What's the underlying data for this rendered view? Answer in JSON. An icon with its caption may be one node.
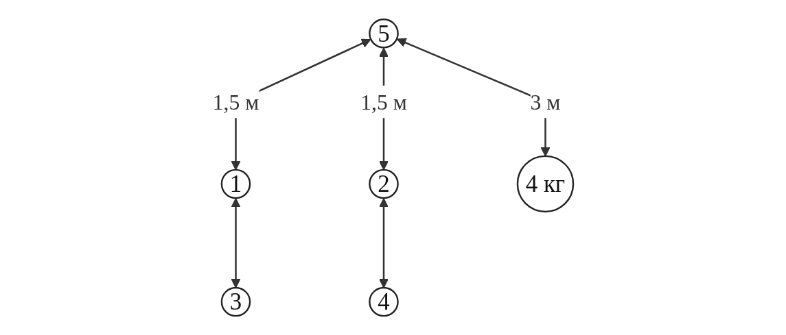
{
  "diagram": {
    "nodes": [
      {
        "text": [
          "5"
        ]
      },
      {
        "text": [
          "1"
        ]
      },
      {
        "text": [
          "2"
        ]
      },
      {
        "text": [
          "3"
        ]
      },
      {
        "text": [
          "4 кг"
        ]
      },
      {
        "text": [
          "4"
        ]
      }
    ],
    "edges": [
      {
        "from": 0,
        "to": 1,
        "arrow": "both",
        "label": "1,5 м"
      },
      {
        "from": 0,
        "to": 2,
        "arrow": "both",
        "label": "1,5 м"
      },
      {
        "from": 0,
        "to": 4,
        "arrow": "both",
        "label": "3 м"
      },
      {
        "from": 1,
        "to": 3,
        "arrow": "both"
      },
      {
        "from": 2,
        "to": 5,
        "arrow": "both"
      }
    ]
  }
}
